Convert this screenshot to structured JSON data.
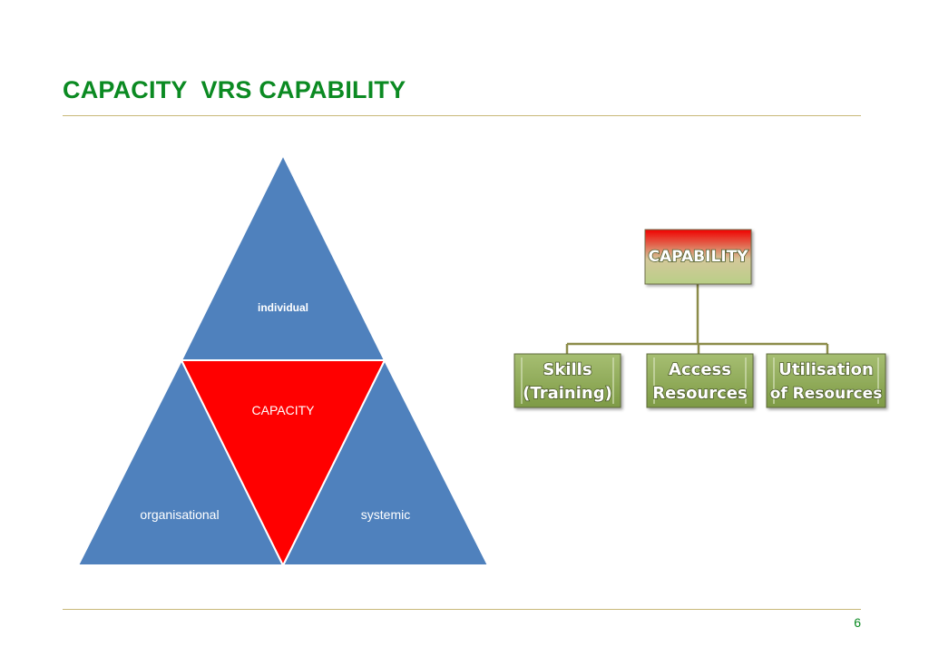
{
  "slide": {
    "title": "CAPACITY  VRS CAPABILITY",
    "page_number": "6"
  },
  "triangle": {
    "top": "individual",
    "center": "CAPACITY",
    "bottom_left": "organisational",
    "bottom_right": "systemic",
    "colors": {
      "outer": "#4f81bd",
      "center": "#ff0000",
      "edge": "#ffffff"
    }
  },
  "capability_tree": {
    "root": "CAPABILITY",
    "children": [
      {
        "line1": "Skills",
        "line2": "(Training)"
      },
      {
        "line1": "Access",
        "line2": "Resources"
      },
      {
        "line1": "Utilisation",
        "line2": "of Resources"
      }
    ],
    "colors": {
      "root_top": "#f00000",
      "root_bottom": "#c4d79b",
      "box": "#8aa553",
      "connector": "#8c8c4a"
    }
  }
}
